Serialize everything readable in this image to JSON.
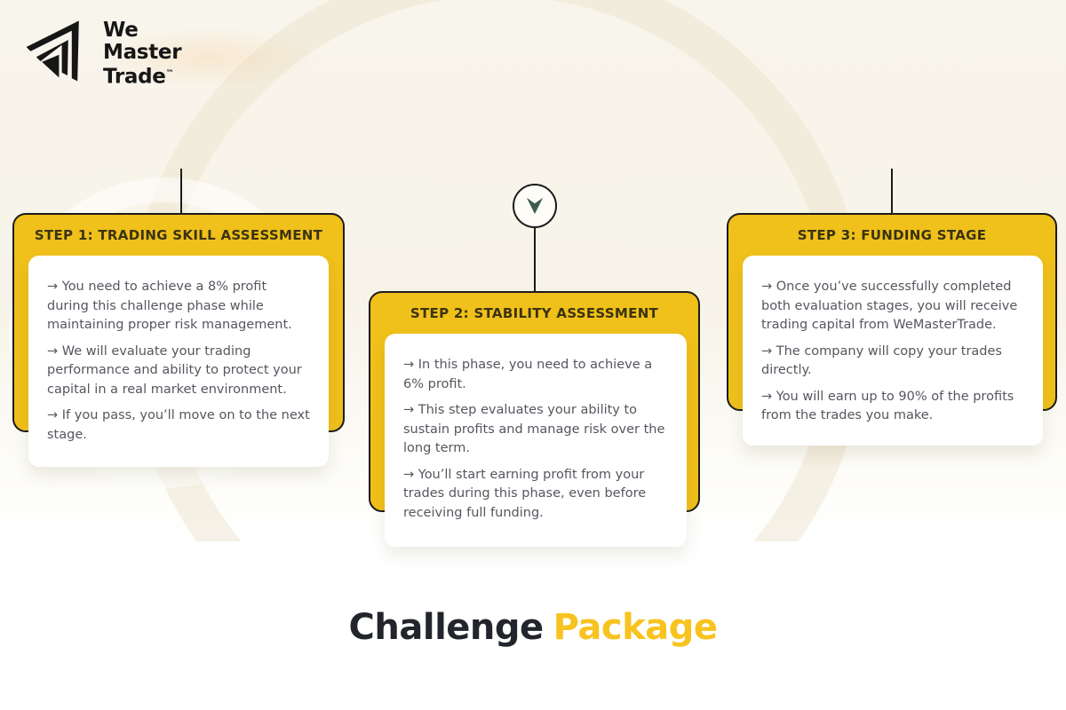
{
  "logo": {
    "words": [
      "We",
      "Master",
      "Trade"
    ],
    "trademark": "™"
  },
  "connector": {
    "arrow_icon": "chevron-down-icon"
  },
  "steps": [
    {
      "title": "STEP 1: TRADING SKILL ASSESSMENT",
      "bullets": [
        "→ You need to achieve a 8% profit during this challenge phase while maintaining proper risk management.",
        "→ We will evaluate your trading performance and ability to protect your capital in a real market environment.",
        "→ If you pass, you’ll move on to the next stage."
      ]
    },
    {
      "title": "STEP 2: STABILITY ASSESSMENT",
      "bullets": [
        "→ In this phase, you need to achieve a 6% profit.",
        "→ This step evaluates your ability to sustain profits and manage risk over the long term.",
        "→ You’ll start earning profit from your trades during this phase, even before receiving full funding."
      ]
    },
    {
      "title": "STEP 3: FUNDING STAGE",
      "bullets": [
        "→ Once you’ve successfully completed both evaluation stages, you will receive trading capital from WeMasterTrade.",
        "→ The company will copy your trades directly.",
        "→ You will earn up to 90% of the profits from the trades you make."
      ]
    }
  ],
  "watermark": {
    "pound_symbol": "£",
    "euro_symbol": "€"
  },
  "footer": {
    "title_dark": "Challenge",
    "title_accent": "Package"
  },
  "colors": {
    "card_yellow": "#F0C01B",
    "title_yellow": "#F8C31E",
    "ink": "#1b1b1b",
    "header_text": "#3a330e",
    "body_text": "#54575e",
    "arrow_green": "#3E5B4F",
    "cream_background": "#f8f5ec"
  }
}
